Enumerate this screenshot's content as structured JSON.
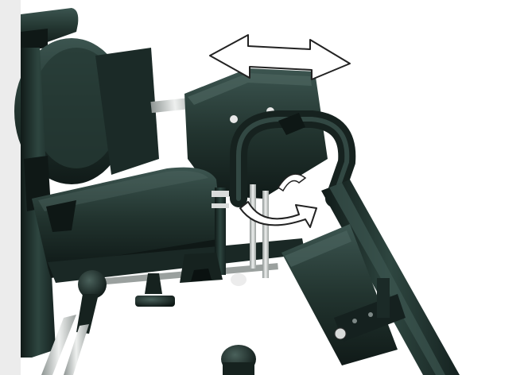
{
  "image": {
    "subject": "wheelchair-armrest-and-legrest-assembly",
    "colors": {
      "background": "#ffffff",
      "frame": "#1f302c",
      "frame_dark": "#101a18",
      "frame_light": "#3c5550",
      "metal": "#c9cdcc",
      "metal_dark": "#8e9593",
      "arrow_fill": "#ffffff",
      "arrow_stroke": "#222222",
      "left_strip": "#ececec"
    },
    "annotations": [
      {
        "kind": "double-arrow",
        "meaning": "horizontal-adjustment"
      },
      {
        "kind": "curved-arrow",
        "meaning": "rotation-release"
      }
    ]
  }
}
